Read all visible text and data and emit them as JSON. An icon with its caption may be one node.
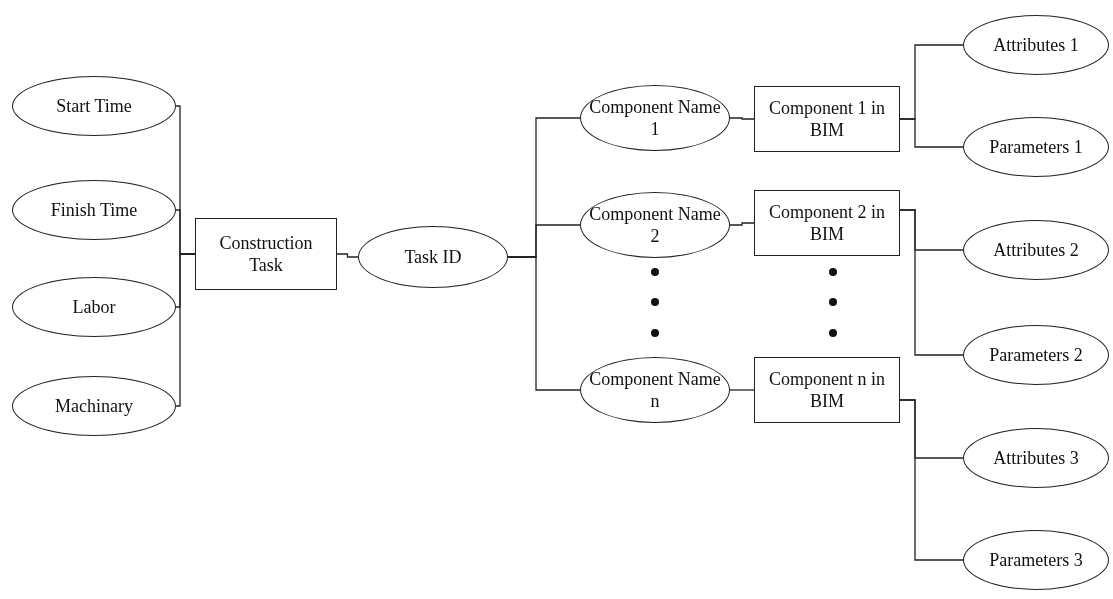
{
  "diagram": {
    "nodes": [
      {
        "text": [
          "Start Time"
        ]
      },
      {
        "text": [
          "Finish Time"
        ]
      },
      {
        "text": [
          "Labor"
        ]
      },
      {
        "text": [
          "Machinary"
        ]
      },
      {
        "text": [
          "Construction Task"
        ]
      },
      {
        "text": [
          "Task ID"
        ]
      },
      {
        "text": [
          "Component Name 1"
        ]
      },
      {
        "text": [
          "Component 1 in BIM"
        ]
      },
      {
        "text": [
          "Component Name 2"
        ]
      },
      {
        "text": [
          "Component 2 in BIM"
        ]
      },
      {
        "text": [
          "Component Name n"
        ]
      },
      {
        "text": [
          "Component n in BIM"
        ]
      },
      {
        "text": [
          "Attributes 1"
        ]
      },
      {
        "text": [
          "Parameters 1"
        ]
      },
      {
        "text": [
          "Attributes 2"
        ]
      },
      {
        "text": [
          "Parameters 2"
        ]
      },
      {
        "text": [
          "Attributes 3"
        ]
      },
      {
        "text": [
          "Parameters 3"
        ]
      }
    ],
    "edges": [
      {
        "from": 0,
        "to": 4,
        "arrow": "none"
      },
      {
        "from": 1,
        "to": 4,
        "arrow": "none"
      },
      {
        "from": 2,
        "to": 4,
        "arrow": "none"
      },
      {
        "from": 3,
        "to": 4,
        "arrow": "none"
      },
      {
        "from": 4,
        "to": 5,
        "arrow": "none"
      },
      {
        "from": 5,
        "to": 6,
        "arrow": "none"
      },
      {
        "from": 5,
        "to": 8,
        "arrow": "none"
      },
      {
        "from": 5,
        "to": 10,
        "arrow": "none"
      },
      {
        "from": 6,
        "to": 7,
        "arrow": "none"
      },
      {
        "from": 8,
        "to": 9,
        "arrow": "none"
      },
      {
        "from": 10,
        "to": 11,
        "arrow": "none"
      },
      {
        "from": 7,
        "to": 12,
        "arrow": "none"
      },
      {
        "from": 7,
        "to": 13,
        "arrow": "none"
      },
      {
        "from": 9,
        "to": 14,
        "arrow": "none"
      },
      {
        "from": 9,
        "to": 15,
        "arrow": "none"
      },
      {
        "from": 11,
        "to": 16,
        "arrow": "none"
      },
      {
        "from": 11,
        "to": 17,
        "arrow": "none"
      }
    ]
  }
}
